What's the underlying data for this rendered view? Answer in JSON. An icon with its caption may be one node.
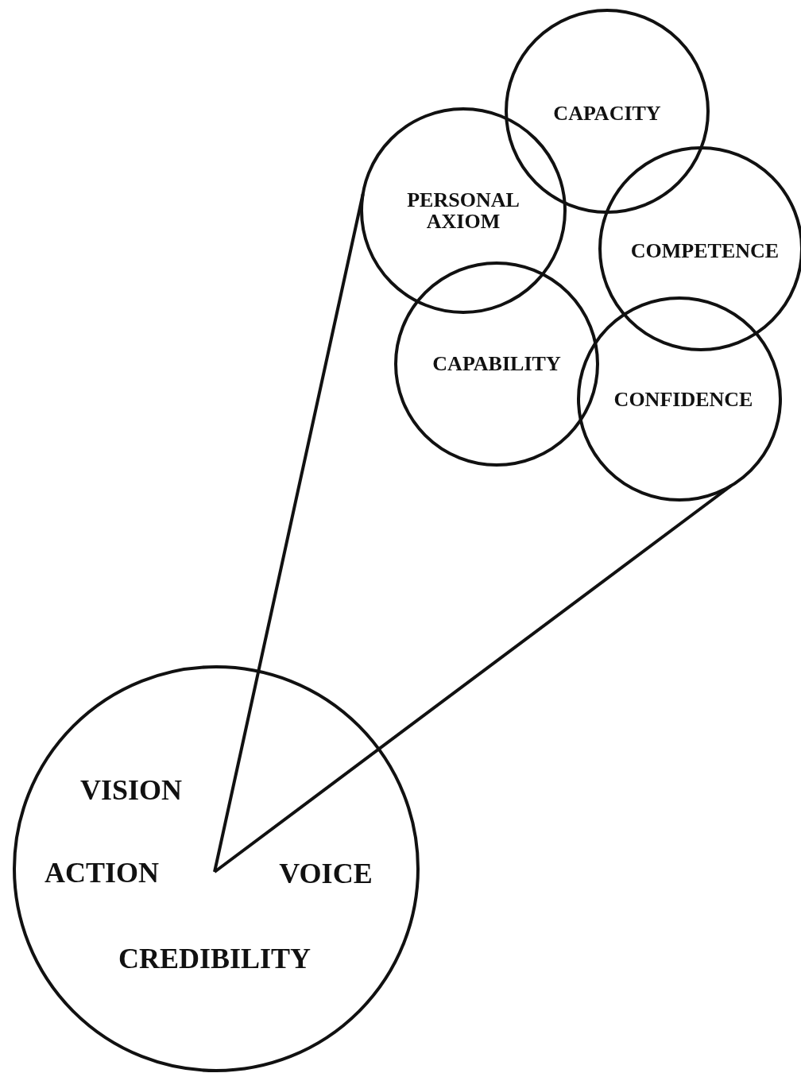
{
  "diagram": {
    "nodes": [
      {
        "text": [
          "CAPACITY"
        ]
      },
      {
        "text": [
          "PERSONAL AXIOM"
        ]
      },
      {
        "text": [
          "COMPETENCE"
        ]
      },
      {
        "text": [
          "CAPABILITY"
        ]
      },
      {
        "text": [
          "CONFIDENCE"
        ]
      },
      {
        "text": [
          "VISION",
          "ACTION",
          "VOICE",
          "CREDIBILITY"
        ]
      }
    ],
    "edges": [
      {
        "from": 5,
        "to": 1,
        "arrow": "none"
      },
      {
        "from": 5,
        "to": 4,
        "arrow": "none"
      }
    ]
  }
}
